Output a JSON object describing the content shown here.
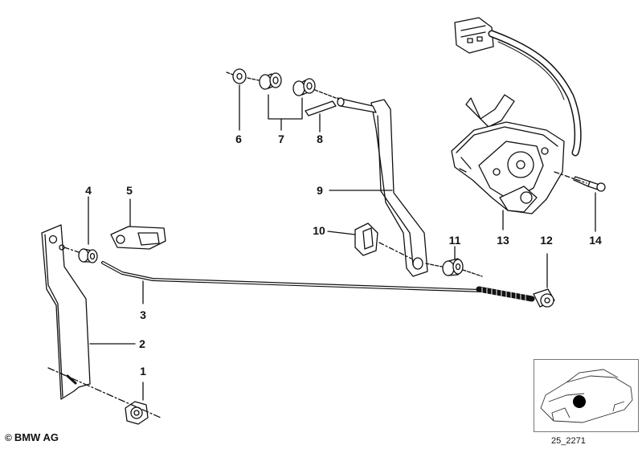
{
  "parts": [
    {
      "id": "1",
      "label": "1"
    },
    {
      "id": "2",
      "label": "2"
    },
    {
      "id": "3",
      "label": "3"
    },
    {
      "id": "4",
      "label": "4"
    },
    {
      "id": "5",
      "label": "5"
    },
    {
      "id": "6",
      "label": "6"
    },
    {
      "id": "7",
      "label": "7"
    },
    {
      "id": "8",
      "label": "8"
    },
    {
      "id": "9",
      "label": "9"
    },
    {
      "id": "10",
      "label": "10"
    },
    {
      "id": "11",
      "label": "11"
    },
    {
      "id": "12",
      "label": "12"
    },
    {
      "id": "13",
      "label": "13"
    },
    {
      "id": "14",
      "label": "14"
    }
  ],
  "footer": {
    "copyright_symbol": "©",
    "copyright": "BMW AG",
    "diagram_id": "25_2271"
  },
  "colors": {
    "line": "#111111",
    "background": "#ffffff"
  }
}
